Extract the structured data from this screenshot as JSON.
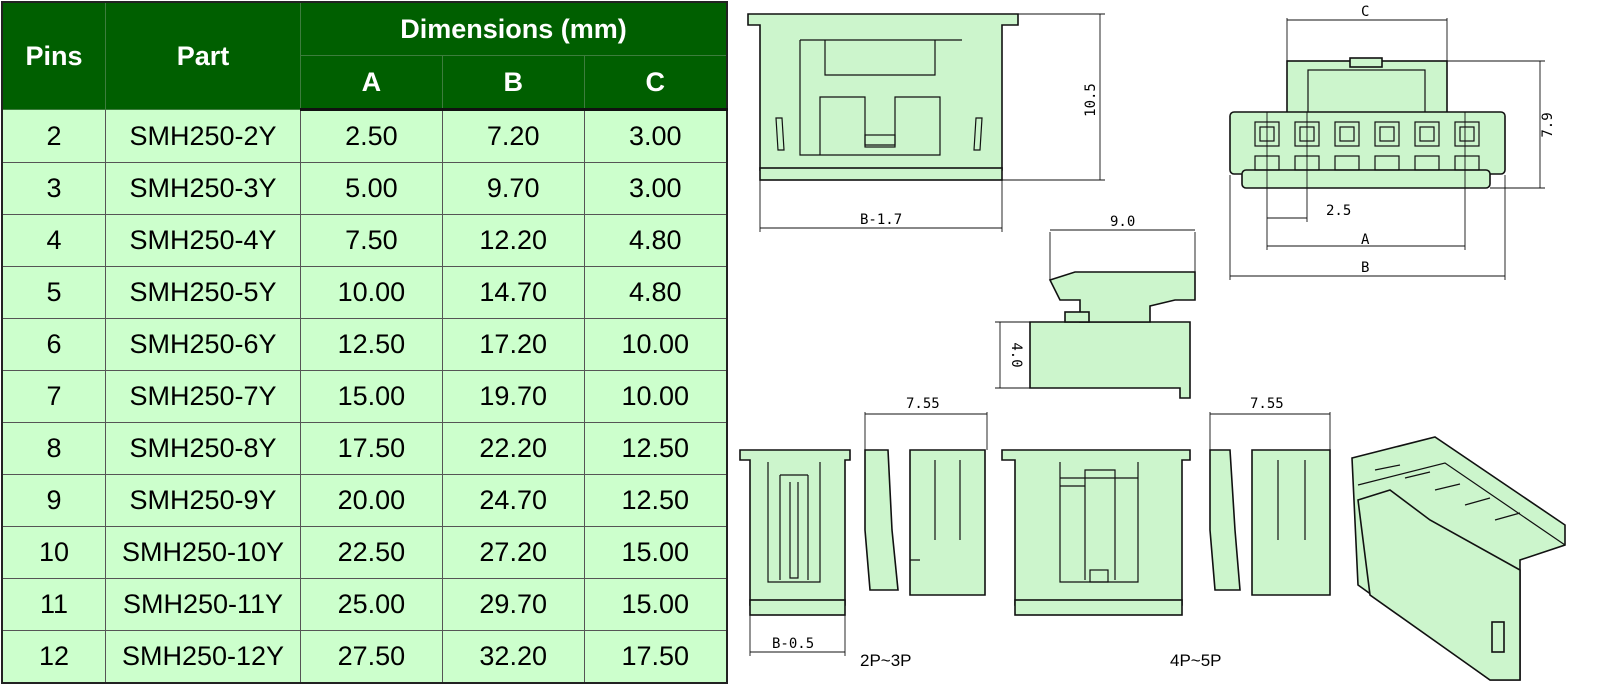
{
  "table": {
    "headers": {
      "pins": "Pins",
      "part": "Part",
      "dimensions": "Dimensions (mm)",
      "a": "A",
      "b": "B",
      "c": "C"
    },
    "rows": [
      {
        "pins": "2",
        "part": "SMH250-2Y",
        "a": "2.50",
        "b": "7.20",
        "c": "3.00"
      },
      {
        "pins": "3",
        "part": "SMH250-3Y",
        "a": "5.00",
        "b": "9.70",
        "c": "3.00"
      },
      {
        "pins": "4",
        "part": "SMH250-4Y",
        "a": "7.50",
        "b": "12.20",
        "c": "4.80"
      },
      {
        "pins": "5",
        "part": "SMH250-5Y",
        "a": "10.00",
        "b": "14.70",
        "c": "4.80"
      },
      {
        "pins": "6",
        "part": "SMH250-6Y",
        "a": "12.50",
        "b": "17.20",
        "c": "10.00"
      },
      {
        "pins": "7",
        "part": "SMH250-7Y",
        "a": "15.00",
        "b": "19.70",
        "c": "10.00"
      },
      {
        "pins": "8",
        "part": "SMH250-8Y",
        "a": "17.50",
        "b": "22.20",
        "c": "12.50"
      },
      {
        "pins": "9",
        "part": "SMH250-9Y",
        "a": "20.00",
        "b": "24.70",
        "c": "12.50"
      },
      {
        "pins": "10",
        "part": "SMH250-10Y",
        "a": "22.50",
        "b": "27.20",
        "c": "15.00"
      },
      {
        "pins": "11",
        "part": "SMH250-11Y",
        "a": "25.00",
        "b": "29.70",
        "c": "15.00"
      },
      {
        "pins": "12",
        "part": "SMH250-12Y",
        "a": "27.50",
        "b": "32.20",
        "c": "17.50"
      }
    ]
  },
  "drawing": {
    "front_height": "10.5",
    "front_width": "B-1.7",
    "side_width": "9.0",
    "side_height": "4.0",
    "small_side_width_1": "7.55",
    "small_side_width_2": "7.55",
    "small_front_width": "B-0.5",
    "variant_1": "2P~3P",
    "variant_2": "4P~5P",
    "top_c": "C",
    "top_height": "7.9",
    "pitch": "2.5",
    "dim_a": "A",
    "dim_b": "B"
  },
  "colors": {
    "header": "#005f00",
    "row": "#ccffcc",
    "part": "#ccf5cc"
  }
}
